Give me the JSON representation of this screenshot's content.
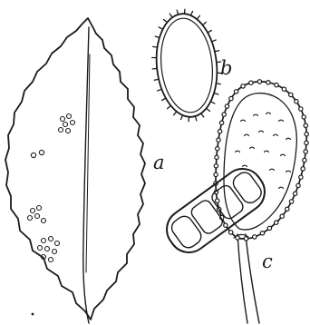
{
  "labels": {
    "leaf": "a",
    "spore": "b",
    "ascus": "c"
  },
  "colors": {
    "ink": "#1a1a1a",
    "paper": "#ffffff"
  }
}
